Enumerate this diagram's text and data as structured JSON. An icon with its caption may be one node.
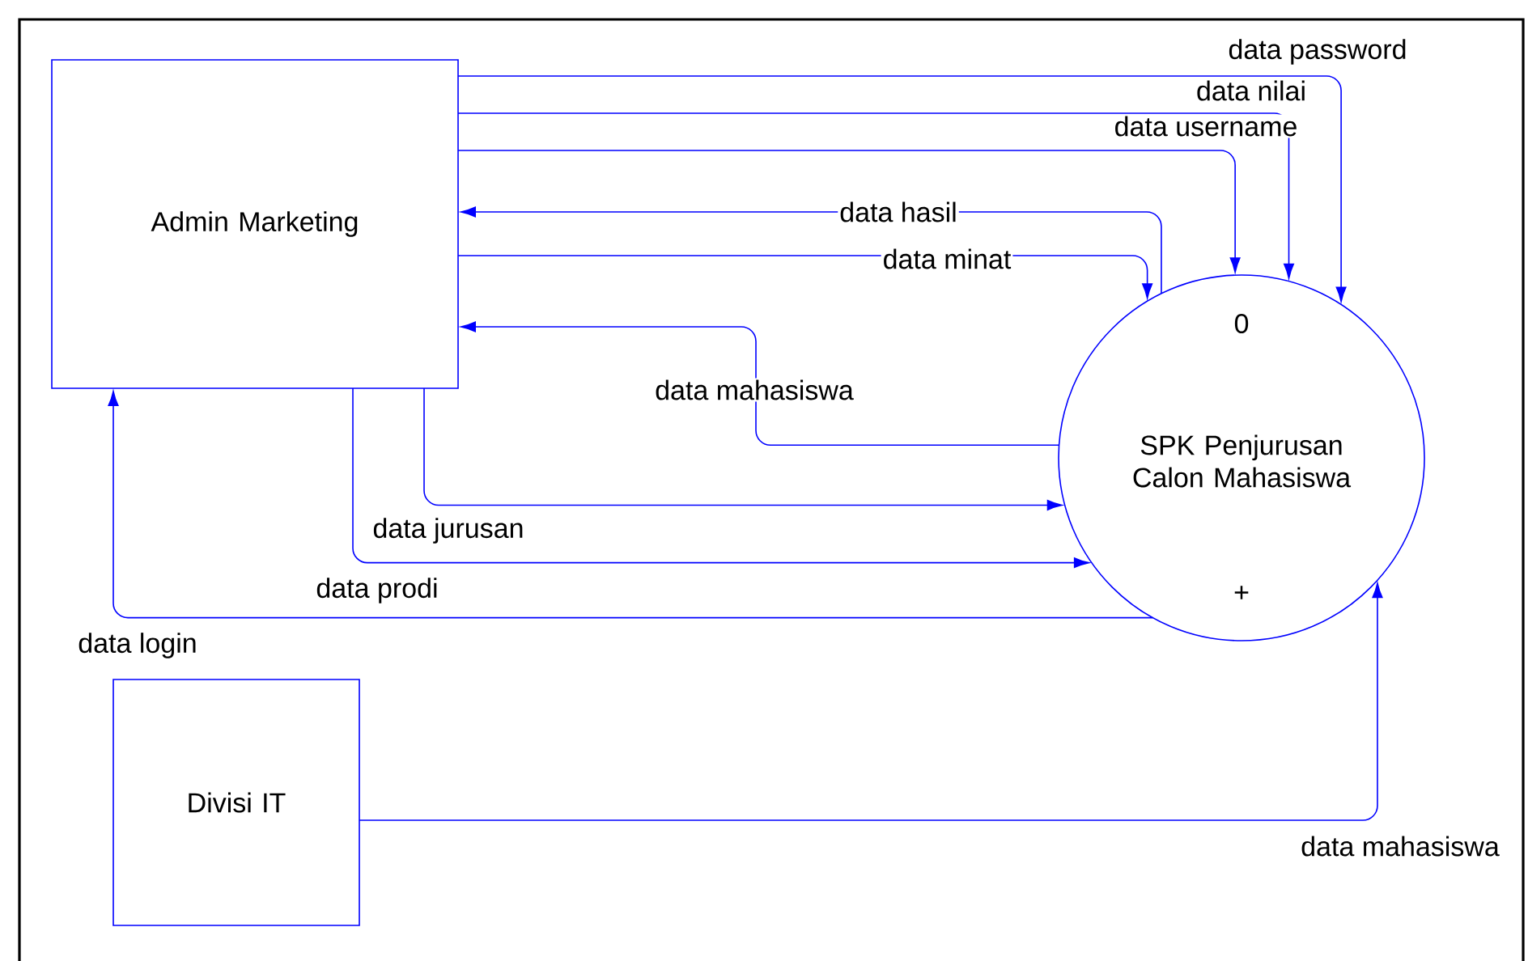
{
  "diagram": {
    "nodes": [
      {
        "text": [
          "Admin Marketing"
        ]
      },
      {
        "text": [
          "0",
          "SPK Penjurusan Calon Mahasiswa",
          "+"
        ]
      },
      {
        "text": [
          "Divisi IT"
        ]
      }
    ],
    "edges": [
      {
        "from": 0,
        "to": 1,
        "arrow": "to",
        "label": "data password"
      },
      {
        "from": 0,
        "to": 1,
        "arrow": "to",
        "label": "data nilai"
      },
      {
        "from": 0,
        "to": 1,
        "arrow": "to",
        "label": "data username"
      },
      {
        "from": 1,
        "to": 0,
        "arrow": "to",
        "label": "data hasil"
      },
      {
        "from": 0,
        "to": 1,
        "arrow": "to",
        "label": "data minat"
      },
      {
        "from": 1,
        "to": 0,
        "arrow": "to",
        "label": "data mahasiswa"
      },
      {
        "from": 0,
        "to": 1,
        "arrow": "to",
        "label": "data jurusan"
      },
      {
        "from": 0,
        "to": 1,
        "arrow": "to",
        "label": "data prodi"
      },
      {
        "from": 1,
        "to": 0,
        "arrow": "to",
        "label": "data login"
      },
      {
        "from": 2,
        "to": 1,
        "arrow": "to",
        "label": "data mahasiswa"
      }
    ]
  }
}
